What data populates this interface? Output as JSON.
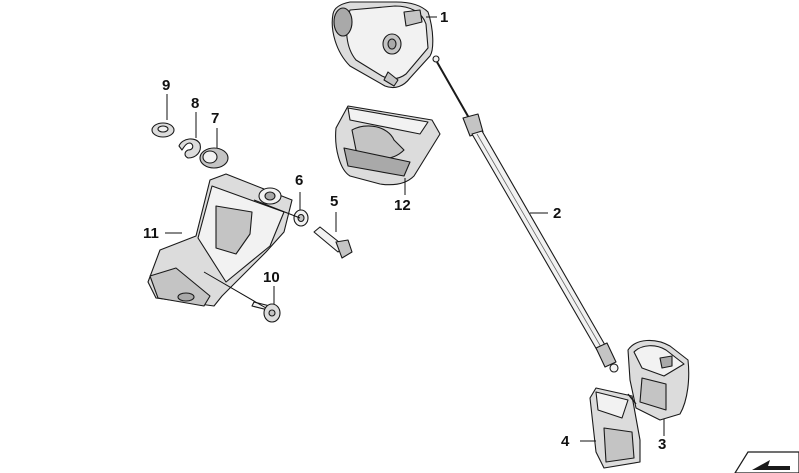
{
  "diagram": {
    "callouts": [
      {
        "id": "1",
        "label": "1"
      },
      {
        "id": "2",
        "label": "2"
      },
      {
        "id": "3",
        "label": "3"
      },
      {
        "id": "4",
        "label": "4"
      },
      {
        "id": "5",
        "label": "5"
      },
      {
        "id": "6",
        "label": "6"
      },
      {
        "id": "7",
        "label": "7"
      },
      {
        "id": "8",
        "label": "8"
      },
      {
        "id": "9",
        "label": "9"
      },
      {
        "id": "10",
        "label": "10"
      },
      {
        "id": "11",
        "label": "11"
      },
      {
        "id": "12",
        "label": "12"
      }
    ]
  },
  "colors": {
    "background": "#ffffff",
    "line": "#1a1a1a",
    "text": "#111111"
  },
  "icons": {
    "corner": "arrow-tab-icon"
  }
}
